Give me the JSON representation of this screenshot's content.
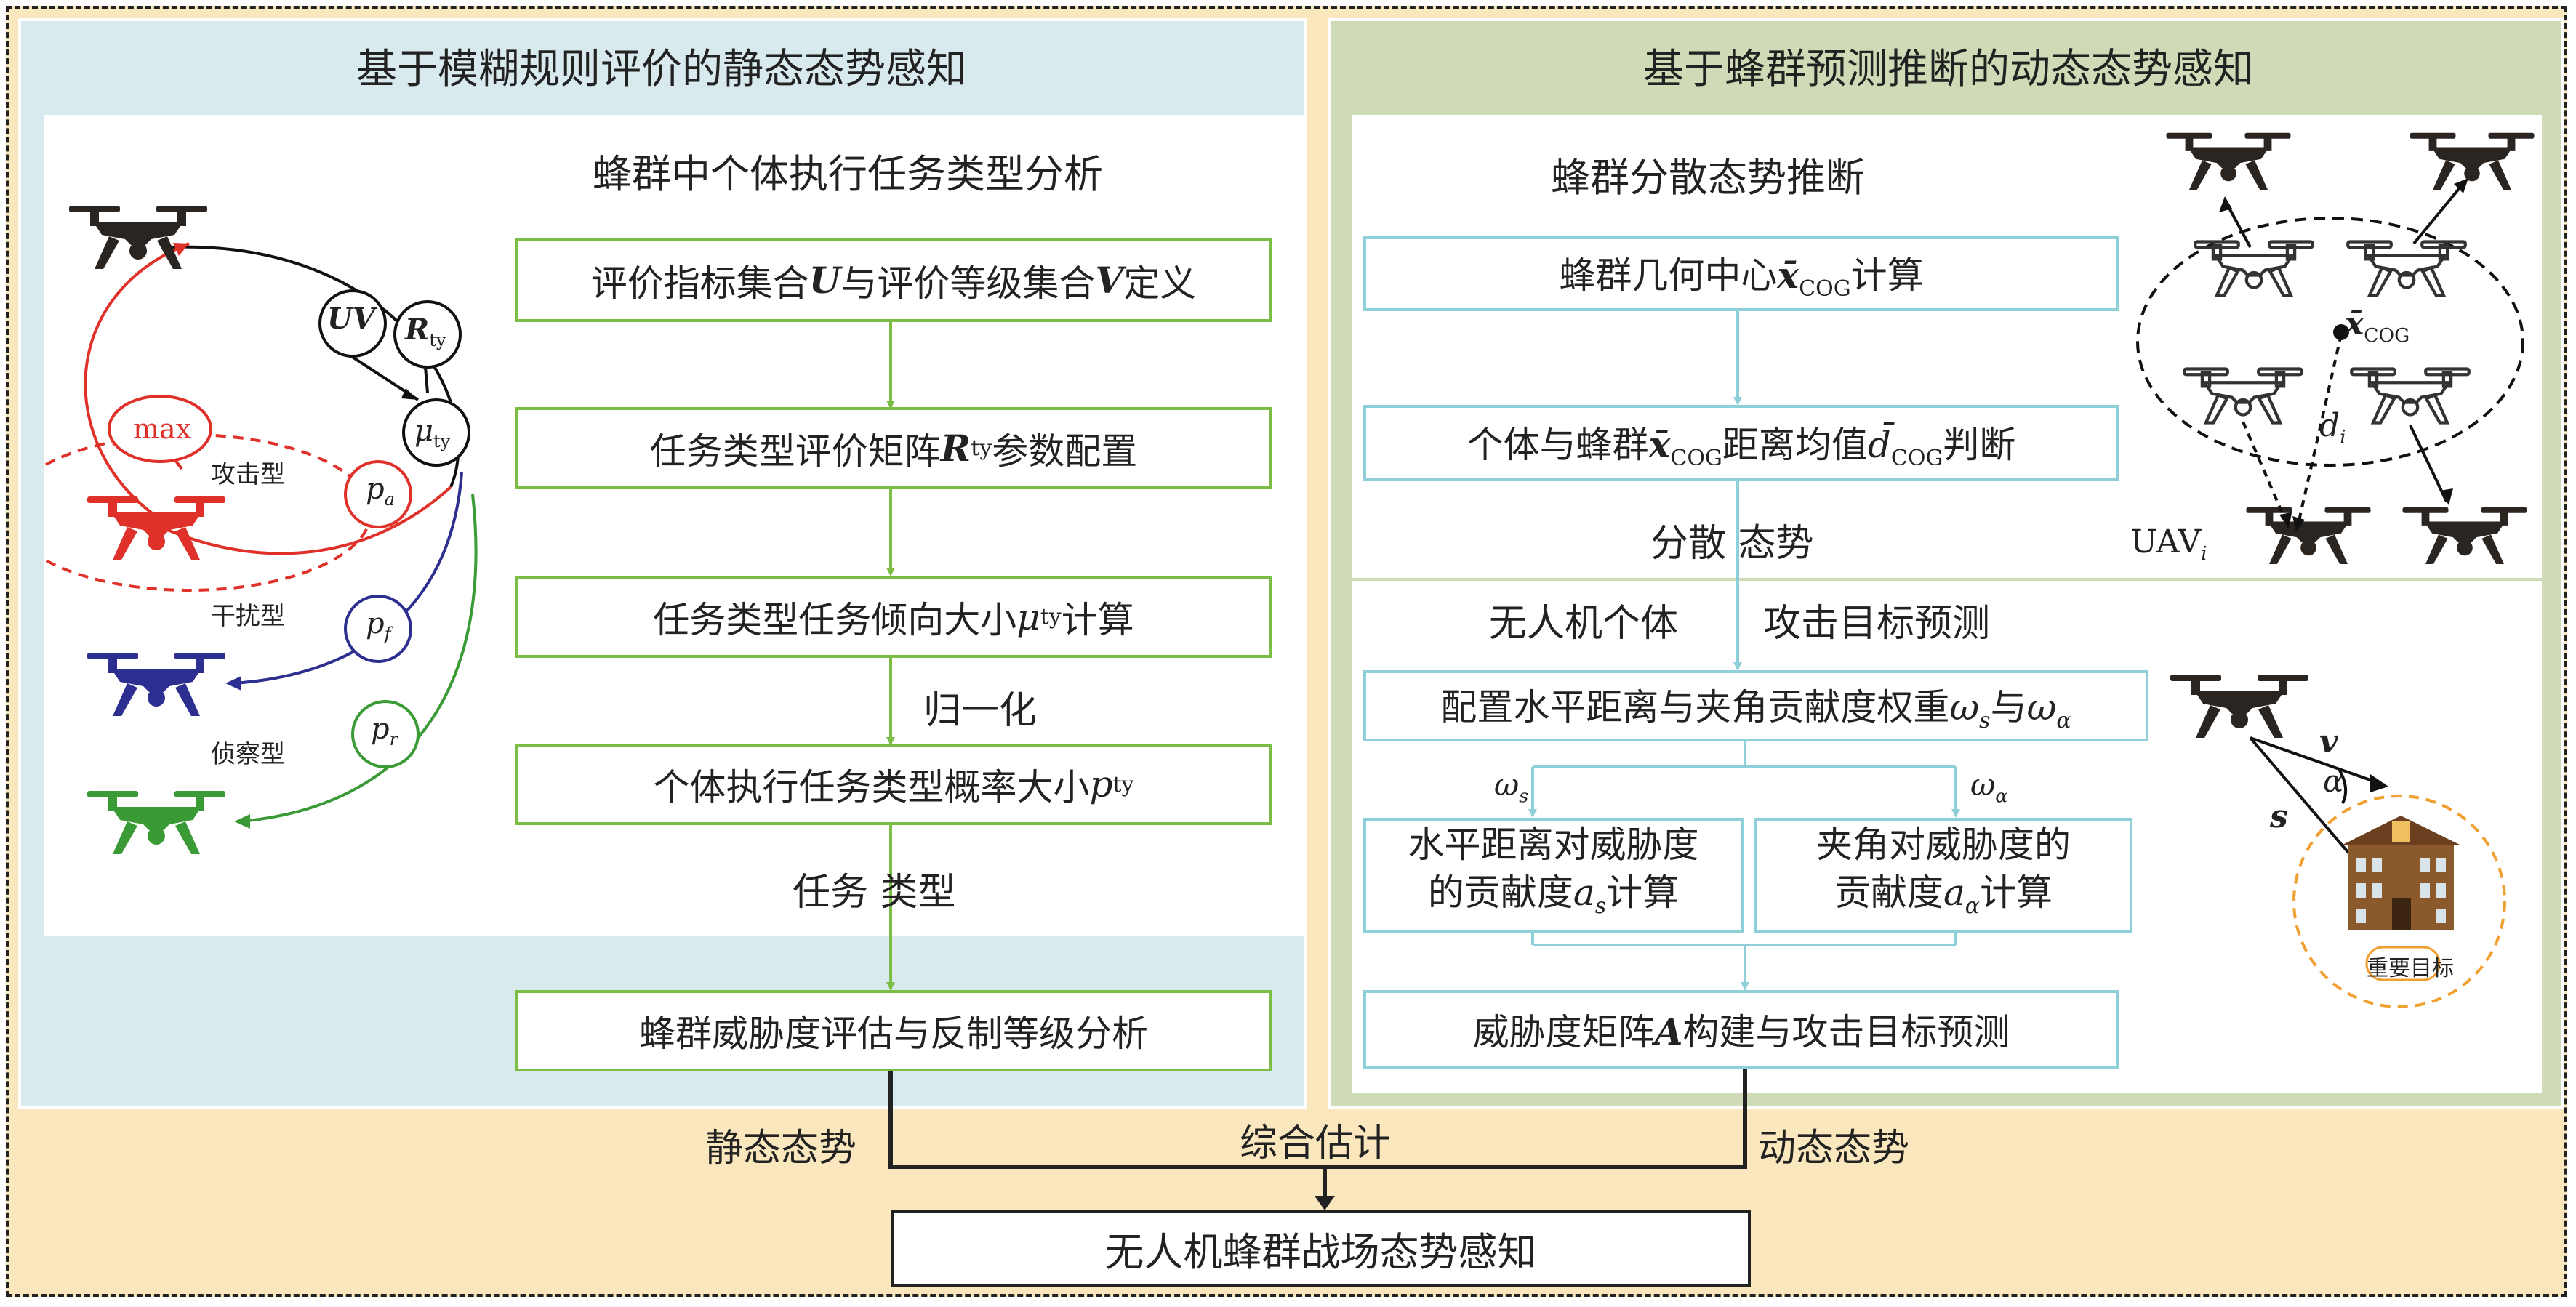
{
  "left_panel": {
    "title": "基于模糊规则评价的静态态势感知",
    "subtitle": "蜂群中个体执行任务类型分析",
    "boxes": {
      "b1": {
        "pre": "评价指标集合",
        "s1": "U",
        "mid": "与评价等级集合",
        "s2": "V",
        "post": "定义"
      },
      "b2": {
        "pre": "任务类型评价矩阵",
        "sym": "R",
        "sub": "ty",
        "post": "参数配置"
      },
      "b3": {
        "pre": "任务类型任务倾向大小",
        "sym": "μ",
        "sub": "ty",
        "post": "计算"
      },
      "b4": {
        "pre": "个体执行任务类型概率大小",
        "sym": "p",
        "sub": "ty"
      },
      "b5": "蜂群威胁度评估与反制等级分析"
    },
    "edge_labels": {
      "normalize": "归一化",
      "task_type": "任务 类型"
    },
    "drones": {
      "attack_label": "攻击型",
      "jam_label": "干扰型",
      "recon_label": "侦察型",
      "max_label": "max",
      "uv_label": "UV",
      "r_label": "R",
      "r_sub": "ty",
      "mu_label": "μ",
      "mu_sub": "ty",
      "pa": "p",
      "pa_sub": "a",
      "pf": "p",
      "pf_sub": "f",
      "pr": "p",
      "pr_sub": "r"
    }
  },
  "right_panel": {
    "title": "基于蜂群预测推断的动态态势感知",
    "subtitle": "蜂群分散态势推断",
    "boxes": {
      "b1": {
        "pre": "蜂群几何中心",
        "sym": "x̄",
        "sub": "COG",
        "post": "计算"
      },
      "b2": {
        "pre": "个体与蜂群",
        "sym": "x̄",
        "sub": "COG",
        "mid": "距离均值",
        "sym2": "d̄",
        "sub2": "COG",
        "post": "判断"
      },
      "b3": {
        "pre": "配置水平距离与夹角贡献度权重",
        "w1": "ω",
        "w1sub": "s",
        "mid": "与",
        "w2": "ω",
        "w2sub": "α"
      },
      "b4": {
        "line1": "水平距离对威胁度",
        "pre": "的贡献度",
        "sym": "a",
        "sub": "s",
        "post": "计算"
      },
      "b5": {
        "line1": "夹角对威胁度的",
        "pre": "贡献度",
        "sym": "a",
        "sub": "α",
        "post": "计算"
      },
      "b6": {
        "pre": "威胁度矩阵",
        "sym": "A",
        "post": "构建与攻击目标预测"
      }
    },
    "edge_labels": {
      "disperse": "分散 态势",
      "uav_individual": "无人机个体",
      "attack_target": "攻击目标预测",
      "ws": "ω",
      "ws_sub": "s",
      "wa": "ω",
      "wa_sub": "α"
    },
    "figure_labels": {
      "xcog": "x̄",
      "xcog_sub": "COG",
      "di": "d",
      "di_sub": "i",
      "uavi": "UAV",
      "uavi_sub": "i",
      "v": "v",
      "alpha": "α",
      "s": "s",
      "target": "重要目标"
    }
  },
  "bottom": {
    "static_label": "静态态势",
    "dynamic_label": "动态态势",
    "fusion_label": "综合估计",
    "final_box": "无人机蜂群战场态势感知"
  },
  "colors": {
    "outer_bg": "#fbe7bd",
    "left_panel_bg": "#d9eaee",
    "right_panel_bg": "#cfdab6",
    "green_box": "#7cbd45",
    "blue_box": "#8fd0d8",
    "attack": "#e0302a",
    "jam": "#2c2f8f",
    "recon": "#3a9a35",
    "target": "#f0a030"
  }
}
